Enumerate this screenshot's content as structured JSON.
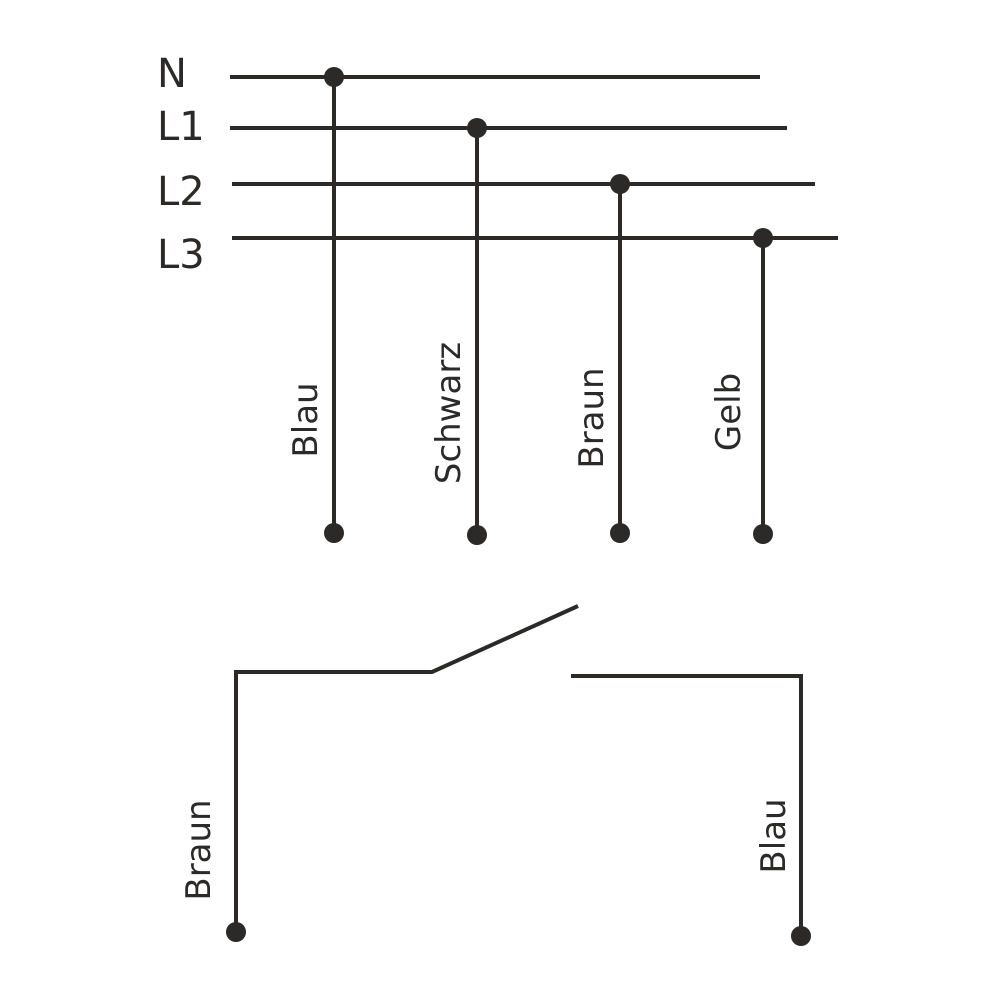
{
  "colors": {
    "ink": "#2b2a29",
    "background": "#ffffff"
  },
  "bus_labels": [
    "N",
    "L1",
    "L2",
    "L3"
  ],
  "wire_labels": [
    "Blau",
    "Schwarz",
    "Braun",
    "Gelb"
  ],
  "switch_labels": {
    "left": "Braun",
    "right": "Blau"
  }
}
